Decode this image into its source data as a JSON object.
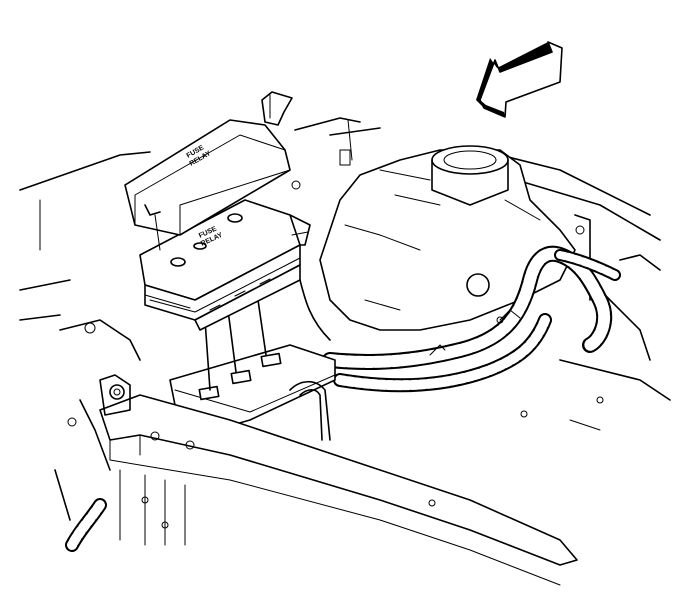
{
  "figure": {
    "cover_label_line1": "FUSE",
    "cover_label_line2": "RELAY",
    "block_label_line1": "FUSE",
    "block_label_line2": "RELAY",
    "colors": {
      "ink": "#000000",
      "paper": "#ffffff"
    }
  }
}
